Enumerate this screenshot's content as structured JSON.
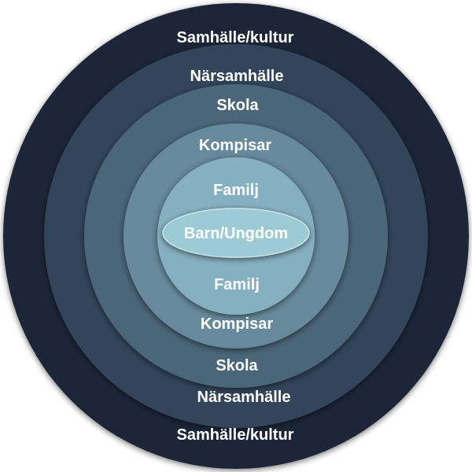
{
  "diagram": {
    "rings": [
      {
        "label": "Samhälle/kultur",
        "color": "#1f2637"
      },
      {
        "label": "Närsamhälle",
        "color": "#33455a"
      },
      {
        "label": "Skola",
        "color": "#4c6579"
      },
      {
        "label": "Kompisar",
        "color": "#66899b"
      },
      {
        "label": "Familj",
        "color": "#86b0bf"
      }
    ],
    "center": {
      "label": "Barn/Ungdom",
      "color": "#9ccad5"
    }
  }
}
